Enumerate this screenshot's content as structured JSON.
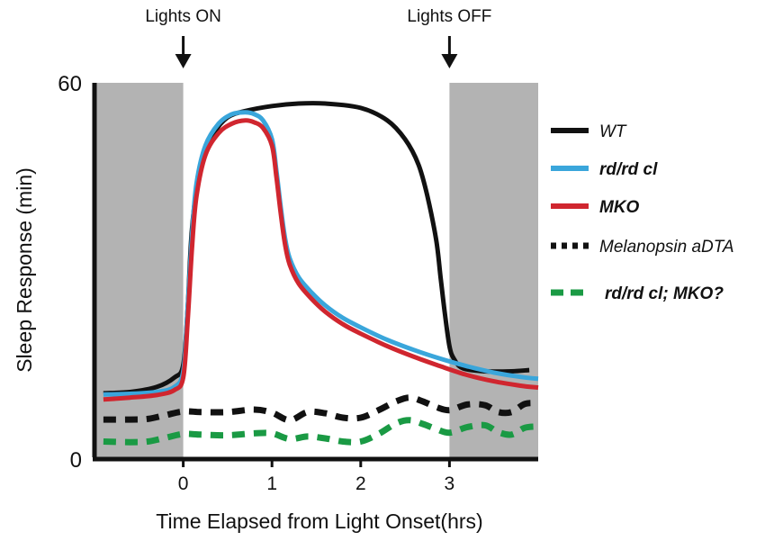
{
  "chart_data": {
    "type": "line",
    "title": "",
    "xlabel": "Time Elapsed from Light Onset(hrs)",
    "ylabel": "Sleep Response (min)",
    "xlim": [
      -1,
      4
    ],
    "ylim": [
      0,
      60
    ],
    "x_ticks": [
      0,
      1,
      2,
      3
    ],
    "y_ticks": [
      0,
      60
    ],
    "x_tick_labels": [
      "0",
      "1",
      "2",
      "3"
    ],
    "y_tick_labels": [
      "0",
      "60"
    ],
    "grid": false,
    "legend_position": "right",
    "shaded_regions": [
      {
        "from": -1,
        "to": 0
      },
      {
        "from": 3,
        "to": 4
      }
    ],
    "annotations": [
      {
        "text": "Lights ON",
        "x": 0
      },
      {
        "text": "Lights OFF",
        "x": 3
      }
    ],
    "series": [
      {
        "name": "WT",
        "color": "#111111",
        "style": "solid",
        "x": [
          -0.9,
          -0.6,
          -0.3,
          -0.1,
          0.0,
          0.05,
          0.1,
          0.2,
          0.35,
          0.5,
          0.7,
          1.0,
          1.3,
          1.6,
          2.0,
          2.3,
          2.5,
          2.65,
          2.75,
          2.85,
          2.9,
          2.95,
          3.0,
          3.05,
          3.15,
          3.4,
          3.7,
          3.9
        ],
        "y": [
          10.5,
          10.7,
          11.5,
          13,
          15,
          24,
          37,
          47,
          52,
          54.5,
          55.5,
          56.3,
          56.7,
          56.7,
          56,
          54,
          51,
          47,
          42,
          35,
          29,
          23,
          18,
          16,
          14.5,
          14,
          14,
          14.2
        ]
      },
      {
        "name": "rd/rd cl",
        "color": "#3aa6db",
        "style": "solid",
        "x": [
          -0.9,
          -0.6,
          -0.3,
          -0.1,
          0.0,
          0.05,
          0.1,
          0.15,
          0.25,
          0.4,
          0.55,
          0.7,
          0.8,
          0.9,
          1.0,
          1.05,
          1.1,
          1.15,
          1.2,
          1.3,
          1.45,
          1.6,
          1.8,
          2.0,
          2.3,
          2.6,
          2.9,
          3.2,
          3.5,
          3.8,
          4.0
        ],
        "y": [
          10.3,
          10.4,
          10.7,
          11.5,
          14,
          24,
          36,
          44,
          50,
          53.5,
          55,
          55.3,
          55,
          54,
          51,
          46,
          40,
          35,
          32,
          29,
          26.5,
          24.5,
          22.5,
          21,
          19,
          17.4,
          16,
          14.8,
          13.8,
          13.1,
          12.8
        ]
      },
      {
        "name": "MKO",
        "color": "#d0262f",
        "style": "solid",
        "x": [
          -0.9,
          -0.6,
          -0.3,
          -0.1,
          0.0,
          0.05,
          0.1,
          0.15,
          0.25,
          0.4,
          0.55,
          0.7,
          0.8,
          0.9,
          1.0,
          1.05,
          1.1,
          1.15,
          1.2,
          1.3,
          1.45,
          1.6,
          1.8,
          2.0,
          2.3,
          2.6,
          2.9,
          3.2,
          3.5,
          3.8,
          4.0
        ],
        "y": [
          9.5,
          9.8,
          10.2,
          11,
          13,
          22,
          34,
          42,
          48.5,
          52,
          53.5,
          54,
          53.7,
          52.8,
          50,
          45,
          39,
          34,
          31,
          28,
          25.5,
          23.5,
          21.5,
          20,
          18,
          16.3,
          14.8,
          13.4,
          12.4,
          11.7,
          11.4
        ]
      },
      {
        "name": "Melanopsin aDTA",
        "color": "#111111",
        "style": "dotted",
        "x": [
          -0.9,
          -0.6,
          -0.4,
          -0.2,
          0.0,
          0.2,
          0.5,
          0.8,
          1.0,
          1.2,
          1.4,
          1.6,
          1.8,
          2.0,
          2.2,
          2.4,
          2.55,
          2.7,
          2.85,
          3.0,
          3.2,
          3.4,
          3.55,
          3.7,
          3.85,
          4.0
        ],
        "y": [
          6.3,
          6.3,
          6.4,
          7,
          7.6,
          7.5,
          7.5,
          7.9,
          7.4,
          6.2,
          7.5,
          7.3,
          6.6,
          6.6,
          7.8,
          9.2,
          9.8,
          9.2,
          8.3,
          7.8,
          8.7,
          8.6,
          7.5,
          7.5,
          8.8,
          8.9
        ]
      },
      {
        "name": "rd/rd cl; MKO?",
        "color": "#1a9a44",
        "style": "dotted",
        "x": [
          -0.9,
          -0.6,
          -0.4,
          -0.2,
          0.0,
          0.2,
          0.5,
          0.8,
          1.0,
          1.2,
          1.4,
          1.6,
          1.8,
          2.0,
          2.2,
          2.4,
          2.55,
          2.7,
          2.85,
          3.0,
          3.2,
          3.4,
          3.55,
          3.7,
          3.85,
          4.0
        ],
        "y": [
          2.8,
          2.7,
          2.8,
          3.4,
          4,
          3.9,
          3.8,
          4.1,
          4.1,
          3.2,
          3.6,
          3.3,
          2.8,
          2.8,
          4,
          5.7,
          6.2,
          5.6,
          4.8,
          4.2,
          5.1,
          5.4,
          4.3,
          3.9,
          5,
          5.2
        ]
      }
    ]
  }
}
